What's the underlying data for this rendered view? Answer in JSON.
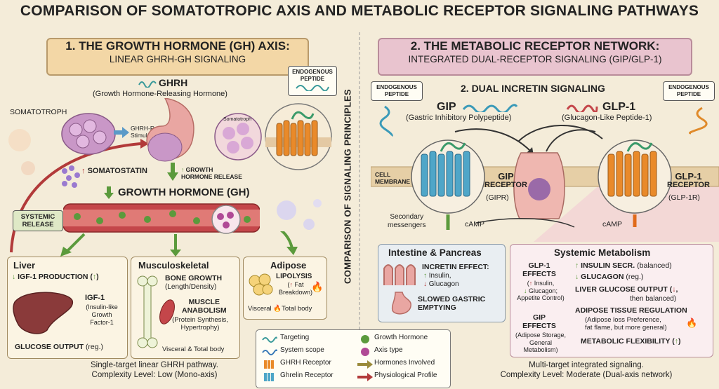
{
  "title": "COMPARISON OF SOMATOTROPIC AXIS AND METABOLIC RECEPTOR SIGNALING PATHWAYS",
  "vertical_label": "COMPARISON OF SIGNALING PRINCIPLES",
  "left": {
    "heading": "1. THE GROWTH HORMONE (GH) AXIS:",
    "subheading": "LINEAR GHRH-GH SIGNALING",
    "endogenous_peptide": [
      "ENDOGENOUS",
      "PEPTIDE"
    ],
    "ghrh": "GHRH",
    "ghrh_full": "(Growth Hormone-Releasing Hormone)",
    "somatotroph": "SOMATOTROPH",
    "ghrh_r": [
      "GHRH-R",
      "Stimulation"
    ],
    "somatotroph_small": "Somatotroph",
    "somatostatin": "SOMATOSTATIN",
    "gh_release": [
      "GROWTH",
      "HORMONE RELEASE"
    ],
    "growth_hormone": "GROWTH HORMONE (GH)",
    "systemic_release": [
      "SYSTEMIC",
      "RELEASE"
    ],
    "liver": {
      "title": "Liver",
      "igf_production": "IGF-1 PRODUCTION (",
      "igf": "IGF-1",
      "igf_full": [
        "(Insulin-like",
        "Growth",
        "Factor-1"
      ],
      "glucose": "GLUCOSE OUTPUT",
      "glucose_note": "(reg.)"
    },
    "musculo": {
      "title": "Musculoskeletal",
      "bone": "BONE GROWTH",
      "bone_note": "(Length/Density)",
      "muscle": [
        "MUSCLE",
        "ANABOLISM"
      ],
      "muscle_note": [
        "(Protein Synthesis,",
        "Hypertrophy)"
      ],
      "scope": "Visceral & Total body"
    },
    "adipose": {
      "title": "Adipose",
      "lipolysis": "LIPOLYSIS",
      "lipolysis_note": [
        "(",
        "Fat",
        "Breakdown)"
      ],
      "visceral": "Visceral",
      "total": "Total body"
    },
    "footer": [
      "Single-target linear GHRH pathway.",
      "Complexity Level: Low (Mono-axis)"
    ]
  },
  "right": {
    "heading": "2. THE METABOLIC RECEPTOR NETWORK:",
    "subheading": "INTEGRATED DUAL-RECEPTOR SIGNALING (GIP/GLP-1)",
    "endogenous_peptide": [
      "ENDOGENOUS",
      "PEPTIDE"
    ],
    "dual": "2. DUAL INCRETIN SIGNALING",
    "gip": "GIP",
    "gip_full": "(Gastric Inhibitory Polypeptide)",
    "glp1": "GLP-1",
    "glp1_full": "(Glucagon-Like Peptide-1)",
    "cell_membrane": [
      "CELL",
      "MEMBRANE"
    ],
    "gip_receptor": [
      "GIP",
      "RECEPTOR"
    ],
    "gipr": "(GIPR)",
    "glp1_receptor": [
      "GLP-1",
      "RECEPTOR"
    ],
    "glp1r": "(GLP-1R)",
    "secondary": [
      "Secondary",
      "messengers"
    ],
    "camp_left": "cAMP",
    "camp_right": "cAMP",
    "intestine": {
      "title": "Intestine & Pancreas",
      "incretin": "INCRETIN EFFECT:",
      "insulin": "Insulin,",
      "glucagon": "Glucagon",
      "slowed": [
        "SLOWED GASTRIC",
        "EMPTYING"
      ]
    },
    "systemic": {
      "title": "Systemic Metabolism",
      "glp1_effects": [
        "GLP-1",
        "EFFECTS"
      ],
      "glp1_effects_note": [
        "(",
        "Insulin,",
        "Glucagon;",
        "Appetite Control)"
      ],
      "gip_effects": [
        "GIP",
        "EFFECTS"
      ],
      "gip_effects_note": [
        "(Adipose Storage,",
        "General Metabolism)"
      ],
      "insulin_secr": "INSULIN SECR.",
      "insulin_note": "(balanced)",
      "glucagon": "GLUCAGON",
      "glucagon_note": "(reg.)",
      "liver_output": "LIVER GLUCOSE OUTPUT (",
      "liver_output_note": "then balanced)",
      "adipose_reg": "ADIPOSE TISSUE REGULATION",
      "adipose_note": [
        "(Adipose loss Preference,",
        "fat flame, but more general)"
      ],
      "flexibility": "METABOLIC FLEXIBILITY ("
    },
    "footer": [
      "Multi-target integrated signaling.",
      "Complexity Level: Moderate (Dual-axis network)"
    ]
  },
  "legend": {
    "items": [
      "Targeting",
      "System scope",
      "GHRH Receptor",
      "Ghrelin Receptor",
      "Growth Hormone",
      "Axis type",
      "Hormones Involved",
      "Physiological Profile"
    ]
  },
  "colors": {
    "left_banner": "#f3d7a6",
    "right_banner": "#e9c4cf",
    "receptor_orange": "#e98a2a",
    "receptor_blue": "#4fa6c8",
    "green": "#5b9a3c",
    "red": "#b23a3a"
  }
}
